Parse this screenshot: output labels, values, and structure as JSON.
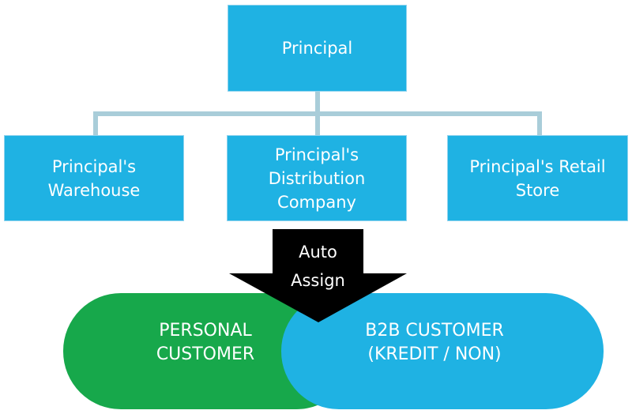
{
  "diagram": {
    "root": {
      "label": "Principal"
    },
    "children": [
      {
        "label": "Principal's\nWarehouse"
      },
      {
        "label": "Principal's\nDistribution\nCompany"
      },
      {
        "label": "Principal's Retail\nStore"
      }
    ],
    "arrow": {
      "label_line1": "Auto",
      "label_line2": "Assign"
    },
    "customers": {
      "personal": "PERSONAL\nCUSTOMER",
      "b2b": "B2B CUSTOMER\n(KREDIT / NON)"
    },
    "colors": {
      "box": "#1fb2e3",
      "connector": "#a9cdd9",
      "personal": "#17a84b",
      "b2b": "#1fb2e3",
      "arrow": "#000000",
      "text": "#ffffff"
    }
  }
}
